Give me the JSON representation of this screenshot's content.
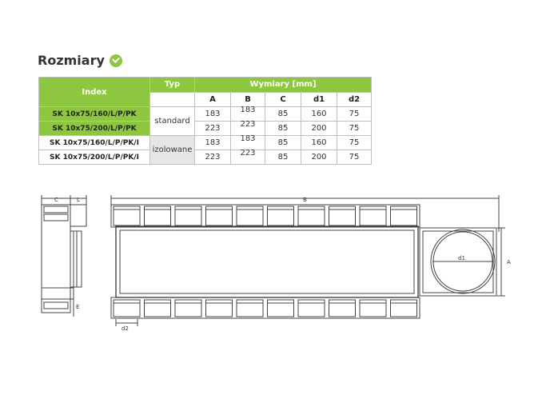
{
  "heading": {
    "title": "Rozmiary",
    "icon": "check-circle-icon",
    "accent": "#8dc63f"
  },
  "table": {
    "headers": {
      "index": "Index",
      "typ": "Typ",
      "wymiary": "Wymiary [mm]"
    },
    "columns": [
      "A",
      "B",
      "C",
      "d1",
      "d2"
    ],
    "rows": [
      {
        "index": "SK 10x75/160/L/P/PK",
        "typ": "standard",
        "values": [
          "183",
          "183",
          "85",
          "160",
          "75"
        ]
      },
      {
        "index": "SK 10x75/200/L/P/PK",
        "typ": "",
        "values": [
          "223",
          "223",
          "85",
          "200",
          "75"
        ]
      },
      {
        "index": "SK 10x75/160/L/P/PK/I",
        "typ": "izolowane",
        "values": [
          "183",
          "183",
          "85",
          "160",
          "75"
        ]
      },
      {
        "index": "SK 10x75/200/L/P/PK/I",
        "typ": "",
        "values": [
          "223",
          "223",
          "85",
          "200",
          "75"
        ]
      }
    ]
  },
  "drawing": {
    "labels": {
      "c": "C",
      "l": "L",
      "b": "B",
      "a": "A",
      "e": "E",
      "d1": "d1",
      "d2": "d2"
    }
  }
}
